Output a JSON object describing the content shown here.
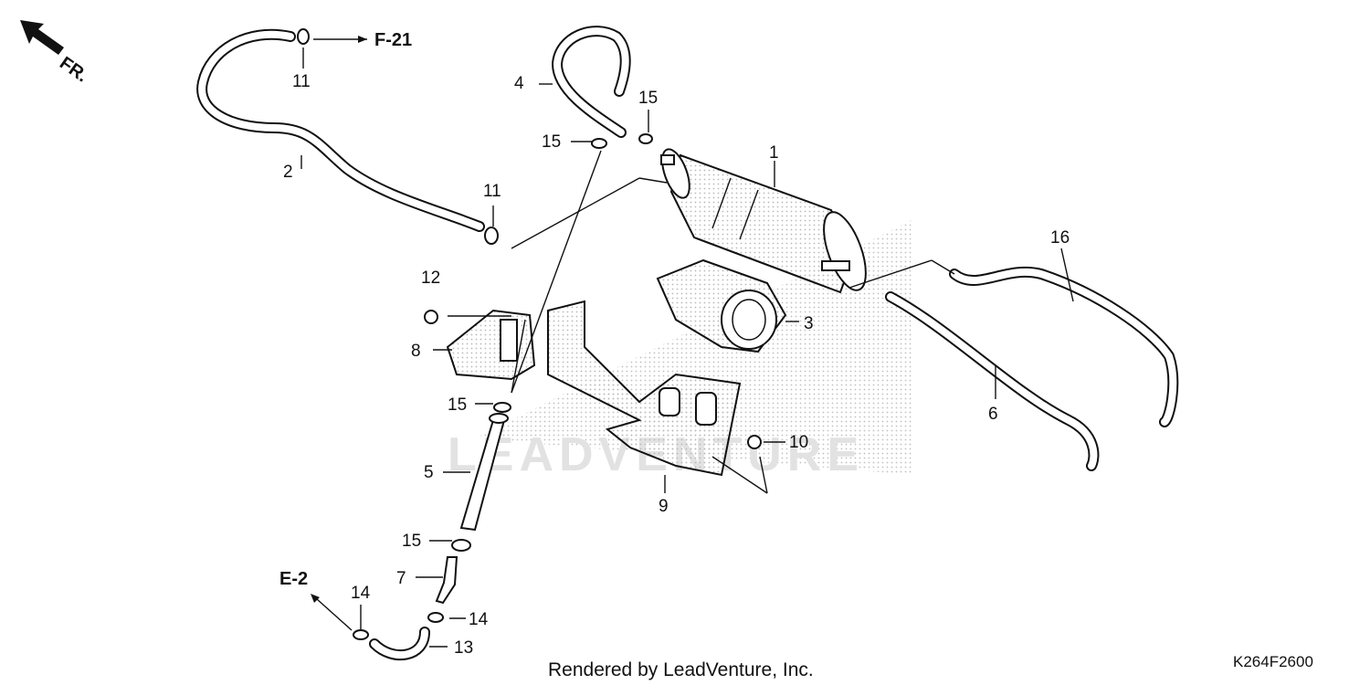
{
  "orientation": {
    "text": "FR."
  },
  "refs": {
    "f21": "F-21",
    "e2": "E-2"
  },
  "labels": {
    "p1": "1",
    "p2": "2",
    "p3": "3",
    "p4": "4",
    "p5": "5",
    "p6": "6",
    "p7": "7",
    "p8": "8",
    "p9": "9",
    "p10": "10",
    "p11a": "11",
    "p11b": "11",
    "p12": "12",
    "p13": "13",
    "p14a": "14",
    "p14b": "14",
    "p15a": "15",
    "p15b": "15",
    "p15c": "15",
    "p15d": "15",
    "p16": "16"
  },
  "watermark": "LEADVENTURE",
  "footer": {
    "credit": "Rendered by LeadVenture, Inc.",
    "code": "K264F2600"
  }
}
